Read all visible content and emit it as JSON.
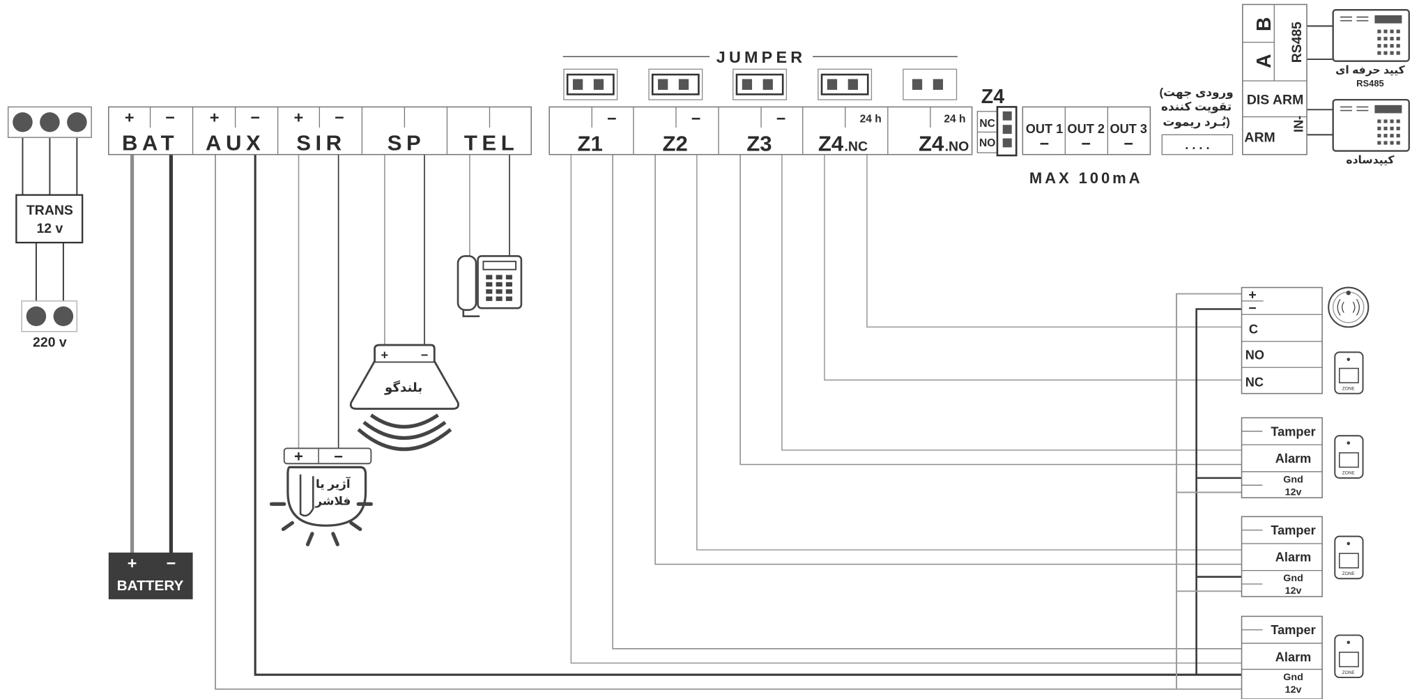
{
  "power": {
    "transformer_label": "TRANS",
    "transformer_voltage": "12 v",
    "mains_voltage": "220 v"
  },
  "terminals_left": [
    {
      "name": "BAT",
      "plus": "+",
      "minus": "−"
    },
    {
      "name": "AUX",
      "plus": "+",
      "minus": "−"
    },
    {
      "name": "SIR",
      "plus": "+",
      "minus": "−"
    },
    {
      "name": "SP"
    },
    {
      "name": "TEL"
    }
  ],
  "battery": {
    "label": "BATTERY",
    "plus": "+",
    "minus": "−"
  },
  "siren": {
    "label_line1": "آژیر یا",
    "label_line2": "فلاشر",
    "plus": "+",
    "minus": "−"
  },
  "speaker": {
    "label": "بلندگو",
    "plus": "+",
    "minus": "−"
  },
  "jumper": {
    "label": "JUMPER"
  },
  "zones": [
    {
      "name": "Z1",
      "minus": "−"
    },
    {
      "name": "Z2",
      "minus": "−"
    },
    {
      "name": "Z3",
      "minus": "−"
    },
    {
      "name": "Z4",
      "suffix": ".NC",
      "tag": "24 h"
    },
    {
      "name": "Z4",
      "suffix": ".NO",
      "tag": "24 h"
    }
  ],
  "z4_selector": {
    "title": "Z4",
    "nc": "NC",
    "no": "NO"
  },
  "outputs": [
    {
      "name": "OUT 1",
      "minus": "−"
    },
    {
      "name": "OUT 2",
      "minus": "−"
    },
    {
      "name": "OUT 3",
      "minus": "−"
    }
  ],
  "max_current": "MAX 100mA",
  "remote_input": {
    "line1": "(ورودی جهت",
    "line2": "تقویت کننده",
    "line3": "بُـرد ریموت)",
    "dots": ". . . ."
  },
  "rs485_block": {
    "b": "B",
    "a": "A",
    "label": "RS485"
  },
  "arm_block": {
    "dis_arm": "DIS ARM",
    "arm": "ARM",
    "in": "IN-"
  },
  "keypad_pro": {
    "label_line1": "کیپد حرفه ای",
    "label_line2": "RS485"
  },
  "keypad_simple": {
    "label": "کیپدساده"
  },
  "detector_smoke": {
    "plus": "+",
    "minus": "−",
    "c": "C",
    "no": "NO",
    "nc": "NC",
    "zone_tag": "ZONE"
  },
  "detector_rows": [
    {
      "tamper": "Tamper",
      "alarm": "Alarm",
      "gnd": "Gnd",
      "v12": "12v",
      "zone_tag": "ZONE"
    },
    {
      "tamper": "Tamper",
      "alarm": "Alarm",
      "gnd": "Gnd",
      "v12": "12v",
      "zone_tag": "ZONE"
    },
    {
      "tamper": "Tamper",
      "alarm": "Alarm",
      "gnd": "Gnd",
      "v12": "12v",
      "zone_tag": "ZONE"
    }
  ],
  "colors": {
    "wire_dark": "#3a3a3a",
    "wire_light": "#9a9a9a",
    "battery_fill": "#3c3c3c"
  }
}
